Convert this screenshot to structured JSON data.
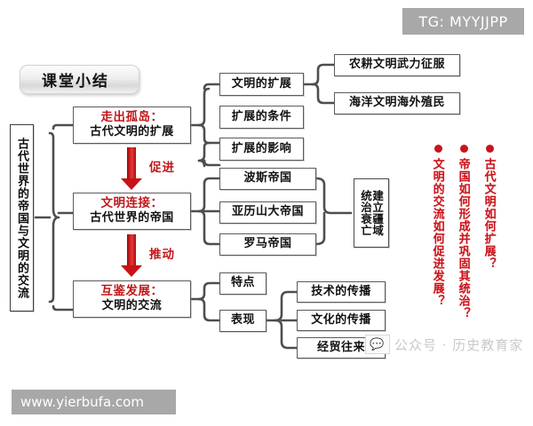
{
  "page": {
    "title": "课堂小结",
    "background": "#ffffff",
    "accent_red": "#c1171a",
    "question_red": "#c9141b",
    "border_gray": "#5b5b5b"
  },
  "header": {
    "label": "课堂小结"
  },
  "root": {
    "label": "古代世界的帝国与文明的交流"
  },
  "branches": [
    {
      "title_red": "走出孤岛：",
      "title_black": "古代文明的扩展",
      "children": [
        {
          "label": "文明的扩展",
          "children": [
            {
              "label": "农耕文明武力征服"
            },
            {
              "label": "海洋文明海外殖民"
            }
          ]
        },
        {
          "label": "扩展的条件",
          "children": []
        },
        {
          "label": "扩展的影响",
          "children": []
        }
      ]
    },
    {
      "title_red": "文明连接：",
      "title_black": "古代世界的帝国",
      "children": [
        {
          "label": "波斯帝国",
          "children": []
        },
        {
          "label": "亚历山大帝国",
          "children": []
        },
        {
          "label": "罗马帝国",
          "children": []
        }
      ],
      "summary_box": {
        "col_right": "建立疆域",
        "col_left": "统治衰亡",
        "items": [
          "建立",
          "疆域",
          "统治",
          "衰亡"
        ]
      }
    },
    {
      "title_red": "互鉴发展：",
      "title_black": "文明的交流",
      "children": [
        {
          "label": "特点",
          "children": []
        },
        {
          "label": "表现",
          "children": [
            {
              "label": "技术的传播"
            },
            {
              "label": "文化的传播"
            },
            {
              "label": "经贸往来"
            }
          ]
        }
      ]
    }
  ],
  "arrows": [
    {
      "label": "促进"
    },
    {
      "label": "推动"
    }
  ],
  "questions": [
    {
      "text": "古代文明如何扩展？"
    },
    {
      "text": "帝国如何形成并巩固其统治？"
    },
    {
      "text": "文明的交流如何促进发展？"
    }
  ],
  "overlays": {
    "tg_tag": "TG: MYYJJPP",
    "site_watermark": "www.yierbufa.com",
    "wechat_watermark": "公众号 · 历史教育家",
    "wechat_icon": "wechat-icon"
  }
}
